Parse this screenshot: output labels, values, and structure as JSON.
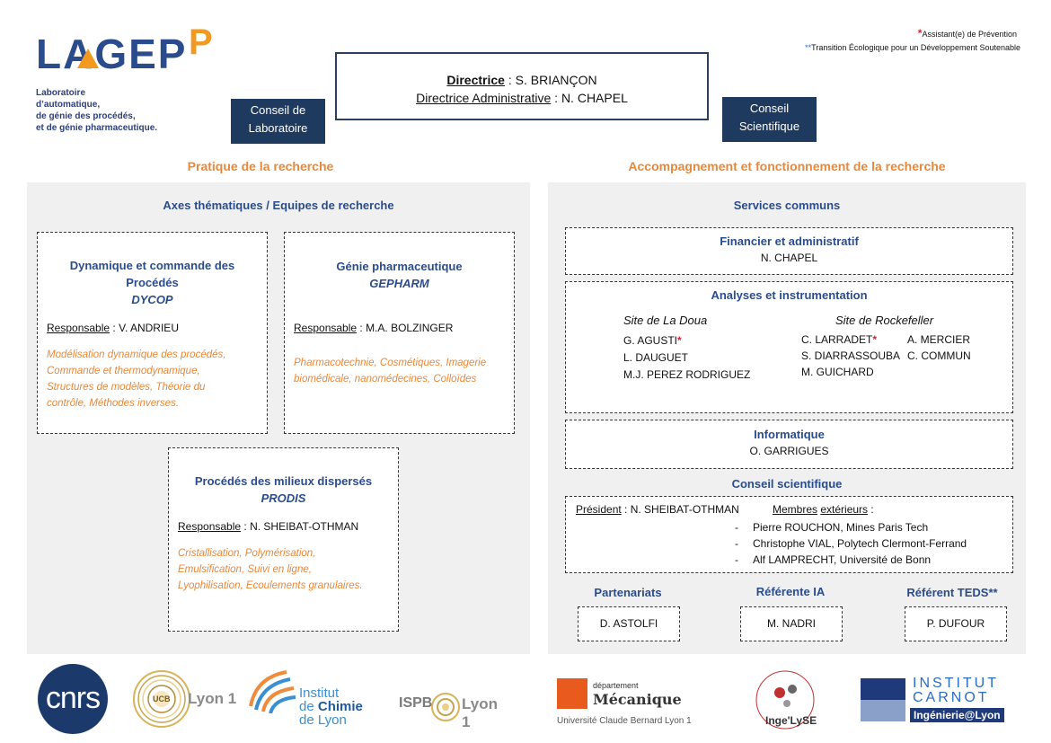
{
  "header": {
    "logo_text": "LAGEPP",
    "logo_sub": [
      "Laboratoire",
      "d’automatique,",
      "de génie des procédés,",
      "et de génie pharmaceutique."
    ],
    "note1_star": "*",
    "note1": "Assistant(e) de Prévention",
    "note2_star": "**",
    "note2": "Transition Écologique pour un Développement Soutenable",
    "director_label": "Directrice",
    "director_name": " : S. BRIANÇON",
    "admin_label": "Directrice Administrative",
    "admin_name": " : N. CHAPEL",
    "conseil_lab": [
      "Conseil de",
      "Laboratoire"
    ],
    "conseil_sci": [
      "Conseil",
      "Scientifique"
    ]
  },
  "left": {
    "title": "Pratique de la recherche",
    "panel_title": "Axes thématiques / Equipes de recherche",
    "teams": [
      {
        "name": "Dynamique et commande des Procédés",
        "acronym": "DYCOP",
        "resp_label": "Responsable",
        "resp": " : V. ANDRIEU",
        "topics": [
          "Modélisation dynamique des procédés,",
          "Commande et thermodynamique,",
          "Structures de modèles, Théorie du",
          "contrôle, Méthodes inverses."
        ]
      },
      {
        "name": "Génie pharmaceutique",
        "acronym": "GEPHARM",
        "resp_label": "Responsable",
        "resp": " : M.A. BOLZINGER",
        "topics": [
          "Pharmacotechnie, Cosmétiques, Imagerie",
          "biomédicale, nanomédecines, Colloïdes"
        ]
      },
      {
        "name": "Procédés des milieux dispersés",
        "acronym": "PRODIS",
        "resp_label": "Responsable",
        "resp": " : N. SHEIBAT-OTHMAN",
        "topics": [
          "Cristallisation, Polymérisation,",
          "Emulsification, Suivi en ligne,",
          "Lyophilisation, Ecoulements granulaires."
        ]
      }
    ]
  },
  "right": {
    "title": "Accompagnement et fonctionnement de la recherche",
    "services_title": "Services communs",
    "financier_title": "Financier et administratif",
    "financier_name": "N. CHAPEL",
    "analyses_title": "Analyses et instrumentation",
    "site1": "Site de La Doua",
    "site1_people": [
      "G. AGUSTI",
      "L. DAUGUET",
      "M.J. PEREZ RODRIGUEZ"
    ],
    "site2": "Site de Rockefeller",
    "site2_col1": [
      "C. LARRADET",
      "S. DIARRASSOUBA",
      "M. GUICHARD"
    ],
    "site2_col2": [
      "A. MERCIER",
      "C. COMMUN"
    ],
    "star": "*",
    "info_title": "Informatique",
    "info_name": "O. GARRIGUES",
    "cs_title": "Conseil scientifique",
    "president_label": "Président",
    "president": " : N. SHEIBAT-OTHMAN",
    "members_label1": "Membres",
    "members_label2": "extérieurs",
    "members_colon": " :",
    "members": [
      "Pierre ROUCHON, Mines Paris Tech",
      "Christophe VIAL, Polytech Clermont-Ferrand",
      "Alf LAMPRECHT, Université de Bonn"
    ],
    "partenariats_title": "Partenariats",
    "partenariats_name": "D. ASTOLFI",
    "ia_title": "Référente IA",
    "ia_name": "M. NADRI",
    "teds_title": "Référent TEDS**",
    "teds_name": "P. DUFOUR"
  },
  "footer": {
    "cnrs": "cnrs",
    "lyon1": "Lyon 1",
    "ucbl_inner": "UCB",
    "icl": [
      "Institut",
      "de",
      "Chimie",
      "de Lyon"
    ],
    "ispb": "ISPB",
    "ispb_lyon": "Lyon 1",
    "meca_small": "département",
    "meca": "Mécanique",
    "meca_univ": "Université Claude Bernard Lyon 1",
    "ingelyse": "Inge'LySE",
    "carnot1": "INSTITUT",
    "carnot2": "CARNOT",
    "carnot3": "Ingénierie@Lyon"
  },
  "colors": {
    "navy": "#2b4c8c",
    "orange": "#e8883a",
    "dark_blue": "#1f3a5f",
    "panel": "#f0f0f0"
  }
}
